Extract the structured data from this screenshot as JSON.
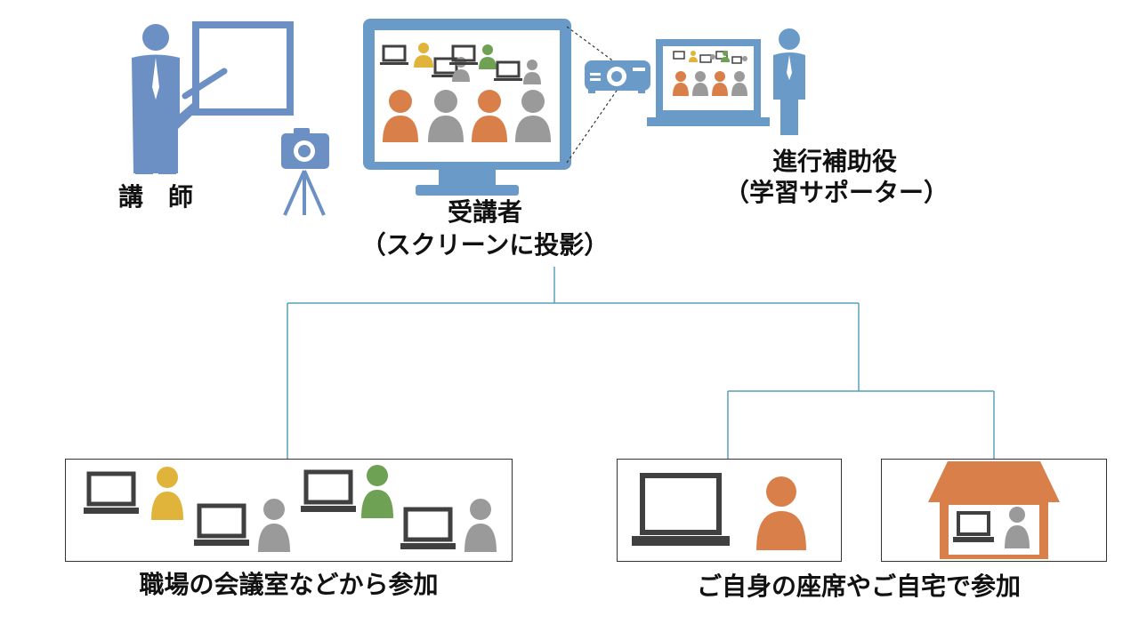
{
  "labels": {
    "instructor": "講　師",
    "attendees_line1": "受講者",
    "attendees_line2": "（スクリーンに投影）",
    "assistant_line1": "進行補助役",
    "assistant_line2": "（学習サポーター）",
    "office": "職場の会議室などから参加",
    "home": "ご自身の座席やご自宅で参加"
  },
  "colors": {
    "blue": "#6c8fc4",
    "lightblue": "#6a9bc8",
    "orange": "#d9804a",
    "gray": "#9a9a9a",
    "yellow": "#e0b43a",
    "green": "#6fa154",
    "dark": "#404040",
    "connector": "#5aa0b8"
  },
  "icons": [
    "instructor-figure",
    "whiteboard",
    "camera-on-tripod",
    "monitor",
    "projector",
    "assistant-figure",
    "laptop",
    "person",
    "house"
  ]
}
